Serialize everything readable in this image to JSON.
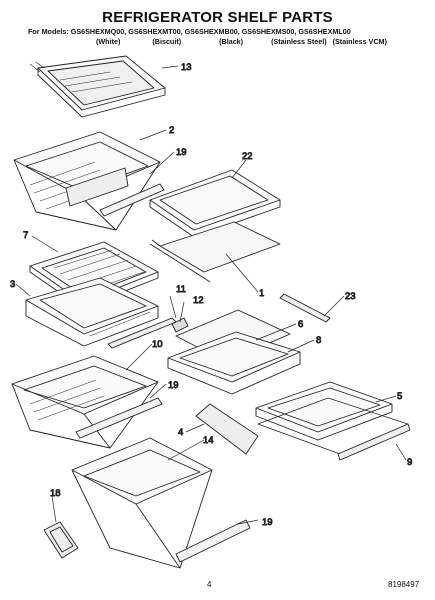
{
  "title": "REFRIGERATOR SHELF PARTS",
  "models_line": "For Models: GS6SHEXMQ00, GS6SHEXMT00, GS6SHEXMB00, GS6SHEXMS00, GS6SHEXML00",
  "colors": [
    "(White)",
    "(Biscuit)",
    "(Black)",
    "(Stainless Steel)",
    "(Stainless VCM)"
  ],
  "callouts": [
    "13",
    "2",
    "19",
    "22",
    "7",
    "1",
    "3",
    "11",
    "12",
    "23",
    "6",
    "8",
    "10",
    "19",
    "5",
    "4",
    "14",
    "9",
    "18",
    "19"
  ],
  "page_number": "4",
  "document_number": "8198497"
}
